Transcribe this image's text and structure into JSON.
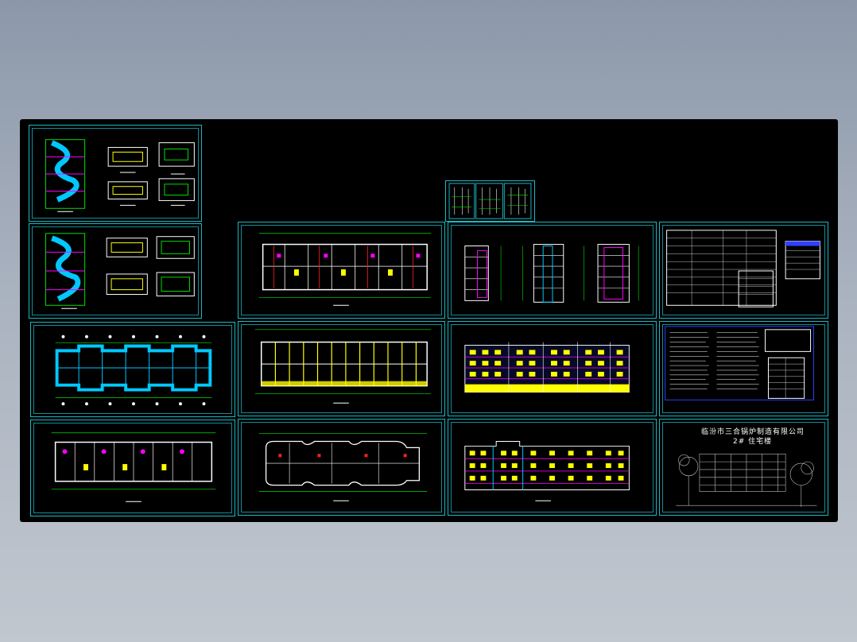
{
  "viewer": {
    "background": "#000000",
    "frame_color": "#1ab8c4"
  },
  "title_sheet": {
    "company": "临汾市三合锅炉制造有限公司",
    "project": "2# 住宅楼"
  },
  "sheets": [
    {
      "id": "stair-details-1",
      "kind": "stair-detail"
    },
    {
      "id": "stair-details-2",
      "kind": "stair-detail"
    },
    {
      "id": "column-sections",
      "kind": "column-detail"
    },
    {
      "id": "foundation-plan",
      "kind": "foundation"
    },
    {
      "id": "floor-plan-top",
      "kind": "plan"
    },
    {
      "id": "floor-plan-2",
      "kind": "plan"
    },
    {
      "id": "floor-plan-1",
      "kind": "plan"
    },
    {
      "id": "floor-plan-3",
      "kind": "plan"
    },
    {
      "id": "sections",
      "kind": "section"
    },
    {
      "id": "rear-elevation",
      "kind": "elevation"
    },
    {
      "id": "front-elevation",
      "kind": "elevation"
    },
    {
      "id": "schedule-table",
      "kind": "table"
    },
    {
      "id": "design-notes",
      "kind": "notes"
    },
    {
      "id": "cover-sheet",
      "kind": "cover"
    }
  ],
  "colors": {
    "green": "#00e000",
    "yellow": "#ffff00",
    "magenta": "#ff00ff",
    "cyan": "#00c8ff",
    "white": "#ffffff",
    "red": "#ff2020",
    "blue": "#3040ff"
  }
}
